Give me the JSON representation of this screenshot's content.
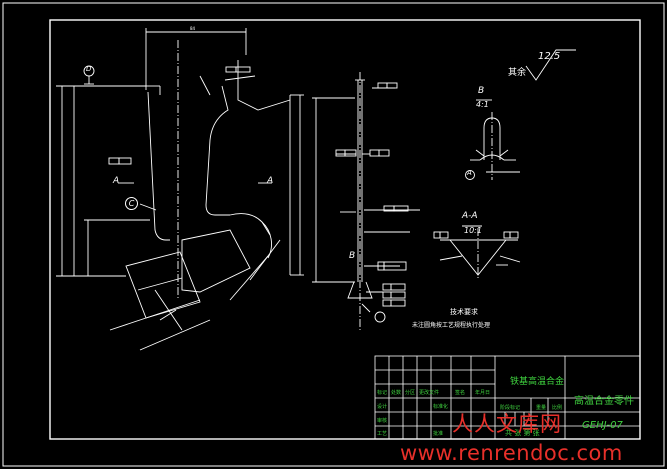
{
  "drawing": {
    "roughness_value": "12.5",
    "roughness_note": "其余",
    "detail_b_label": "B",
    "detail_b_scale": "4:1",
    "section_label": "A-A",
    "section_scale": "10:1",
    "view_label_a_left": "A",
    "view_label_a_right": "A",
    "view_label_b": "B",
    "datum_c": "C",
    "datum_d": "D",
    "datum_a": "A",
    "tech_req_title": "技术要求",
    "tech_req_text": "未注圆角按工艺规程执行处理"
  },
  "title_block": {
    "material": "铁基高温合金",
    "part_name": "高温合金零件",
    "drawing_no": "GEHJ-07",
    "scale_label": "比例",
    "weight_label": "重量",
    "sheet_label": "共 张 第 张"
  },
  "watermark": {
    "brand": "人人文库网",
    "url": "www.renrendoc.com"
  }
}
